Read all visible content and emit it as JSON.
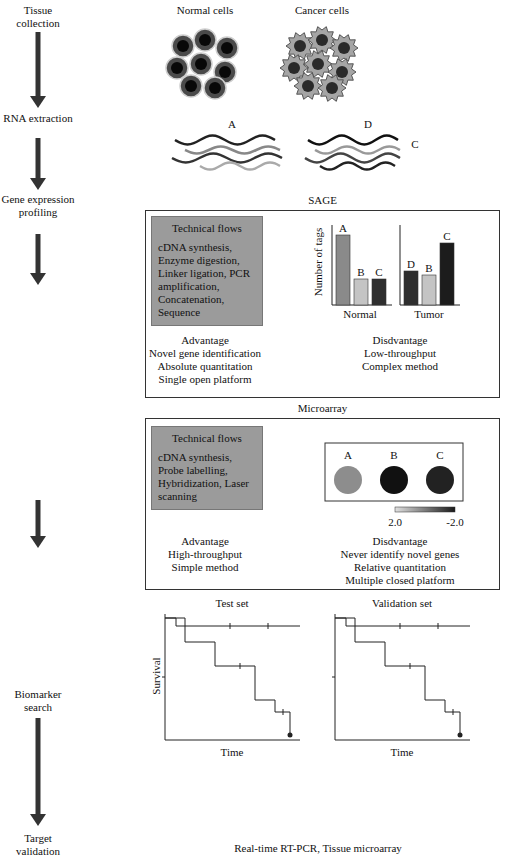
{
  "diagram": {
    "nodes": [
      {
        "text": [
          "SAGE"
        ]
      },
      {
        "text": [
          "Technical flows",
          "cDNA synthesis, Enzyme digestion, Linker ligation, PCR amplification, Concatenation, Sequence"
        ],
        "in": 0
      },
      {
        "text": [
          "Microarray"
        ]
      },
      {
        "text": [
          "Technical flows",
          "cDNA synthesis, Probe labelling, Hybridization, Laser scanning"
        ],
        "in": 2
      }
    ],
    "labels": [
      "Tissue collection",
      "Normal cells",
      "Cancer cells",
      "RNA extraction",
      "A",
      "D",
      "C",
      "Gene expression profiling",
      "Number of tags",
      "A",
      "B",
      "C",
      "Normal",
      "Tumor",
      "D",
      "B",
      "C",
      "Advantage",
      "Novel gene identification",
      "Absolute quantitation",
      "Single open platform",
      "Disdvantage",
      "Low-throughput",
      "Complex method",
      "A",
      "B",
      "C",
      "2.0",
      "-2.0",
      "Advantage",
      "High-throughput",
      "Simple method",
      "Disdvantage",
      "Never identify novel genes",
      "Relative quantitation",
      "Multiple closed platform",
      "Biomarker search",
      "Test set",
      "Validation set",
      "Survival",
      "Time",
      "Time",
      "Target validation",
      "Real-time RT-PCR, Tissue microarray"
    ]
  }
}
